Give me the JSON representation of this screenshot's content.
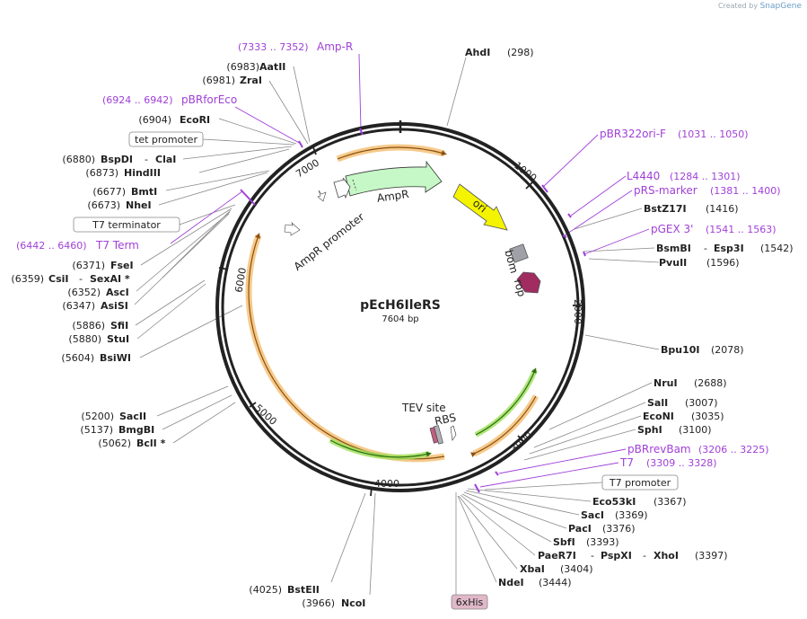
{
  "credit": {
    "prefix": "Created by",
    "brand": "SnapGene"
  },
  "plasmid": {
    "name": "pEcH6IleRS",
    "size": "7604 bp"
  },
  "ruler": [
    "1000",
    "2000",
    "3000",
    "4000",
    "5000",
    "6000",
    "7000"
  ],
  "features": {
    "ampr": "AmpR",
    "ampr_promoter": "AmpR promoter",
    "ori": "ori",
    "bom": "bom",
    "rop": "rop",
    "tev": "TEV site",
    "rbs": "RBS"
  },
  "sites": [
    {
      "id": "aatii",
      "pos": "(6983)",
      "name": "AatII"
    },
    {
      "id": "zrai",
      "pos": "(6981)",
      "name": "ZraI"
    },
    {
      "id": "ecori",
      "pos": "(6904)",
      "name": "EcoRI"
    },
    {
      "id": "bspdi",
      "pos": "(6880)",
      "name": "BspDI",
      "name2": "ClaI"
    },
    {
      "id": "hindiii",
      "pos": "(6873)",
      "name": "HindIII"
    },
    {
      "id": "bmti",
      "pos": "(6677)",
      "name": "BmtI"
    },
    {
      "id": "nhei",
      "pos": "(6673)",
      "name": "NheI"
    },
    {
      "id": "fsei",
      "pos": "(6371)",
      "name": "FseI"
    },
    {
      "id": "csii",
      "pos": "(6359)",
      "name": "CsiI",
      "name2": "SexAI *"
    },
    {
      "id": "asci",
      "pos": "(6352)",
      "name": "AscI"
    },
    {
      "id": "asisi",
      "pos": "(6347)",
      "name": "AsiSI"
    },
    {
      "id": "sfii",
      "pos": "(5886)",
      "name": "SfiI"
    },
    {
      "id": "stui",
      "pos": "(5880)",
      "name": "StuI"
    },
    {
      "id": "bsiwi",
      "pos": "(5604)",
      "name": "BsiWI"
    },
    {
      "id": "sacii",
      "pos": "(5200)",
      "name": "SacII"
    },
    {
      "id": "bmgbi",
      "pos": "(5137)",
      "name": "BmgBI"
    },
    {
      "id": "bcli",
      "pos": "(5062)",
      "name": "BclI *"
    },
    {
      "id": "bsteii",
      "pos": "(4025)",
      "name": "BstEII"
    },
    {
      "id": "ncoi",
      "pos": "(3966)",
      "name": "NcoI"
    },
    {
      "id": "ahdi",
      "pos": "(298)",
      "name": "AhdI"
    },
    {
      "id": "bstz17i",
      "pos": "(1416)",
      "name": "BstZ17I"
    },
    {
      "id": "bsmbi",
      "pos": "(1542)",
      "name": "BsmBI",
      "name2": "Esp3I"
    },
    {
      "id": "pvuii",
      "pos": "(1596)",
      "name": "PvuII"
    },
    {
      "id": "bpu10i",
      "pos": "(2078)",
      "name": "Bpu10I"
    },
    {
      "id": "nrui",
      "pos": "(2688)",
      "name": "NruI"
    },
    {
      "id": "sali",
      "pos": "(3007)",
      "name": "SalI"
    },
    {
      "id": "econi",
      "pos": "(3035)",
      "name": "EcoNI"
    },
    {
      "id": "sphi",
      "pos": "(3100)",
      "name": "SphI"
    },
    {
      "id": "eco53ki",
      "pos": "(3367)",
      "name": "Eco53kI"
    },
    {
      "id": "saci",
      "pos": "(3369)",
      "name": "SacI"
    },
    {
      "id": "paci",
      "pos": "(3376)",
      "name": "PacI"
    },
    {
      "id": "sbfi",
      "pos": "(3393)",
      "name": "SbfI"
    },
    {
      "id": "paer7i",
      "pos": "(3397)",
      "name": "PaeR7I",
      "name2": "PspXI",
      "name3": "XhoI"
    },
    {
      "id": "xbai",
      "pos": "(3404)",
      "name": "XbaI"
    },
    {
      "id": "ndei",
      "pos": "(3444)",
      "name": "NdeI"
    }
  ],
  "primers": [
    {
      "id": "ampr_primer",
      "name": "Amp-R",
      "range": "(7333 .. 7352)"
    },
    {
      "id": "pbrforeco",
      "name": "pBRforEco",
      "range": "(6924 .. 6942)"
    },
    {
      "id": "t7term",
      "name": "T7 Term",
      "range": "(6442 .. 6460)"
    },
    {
      "id": "pbr322ori",
      "name": "pBR322ori-F",
      "range": "(1031 .. 1050)"
    },
    {
      "id": "l4440",
      "name": "L4440",
      "range": "(1284 .. 1301)"
    },
    {
      "id": "prsmarker",
      "name": "pRS-marker",
      "range": "(1381 .. 1400)"
    },
    {
      "id": "pgex3",
      "name": "pGEX 3'",
      "range": "(1541 .. 1563)"
    },
    {
      "id": "pbrrevbam",
      "name": "pBRrevBam",
      "range": "(3206 .. 3225)"
    },
    {
      "id": "t7",
      "name": "T7",
      "range": "(3309 .. 3328)"
    }
  ],
  "boxed": {
    "tet_promoter": "tet promoter",
    "t7_terminator": "T7 terminator",
    "t7_promoter": "T7 promoter",
    "his6": "6xHis"
  },
  "colors": {
    "primer": "#a040d8",
    "backbone": "#222222",
    "ampr_fill": "#c6f7c6",
    "ori_fill": "#f4f400",
    "bom_fill": "#a0a0a8",
    "rop_fill": "#a02c60",
    "orange_arc": "#f2b45a",
    "green_arc": "#5aa020",
    "his_fill": "#e0b8c8"
  }
}
